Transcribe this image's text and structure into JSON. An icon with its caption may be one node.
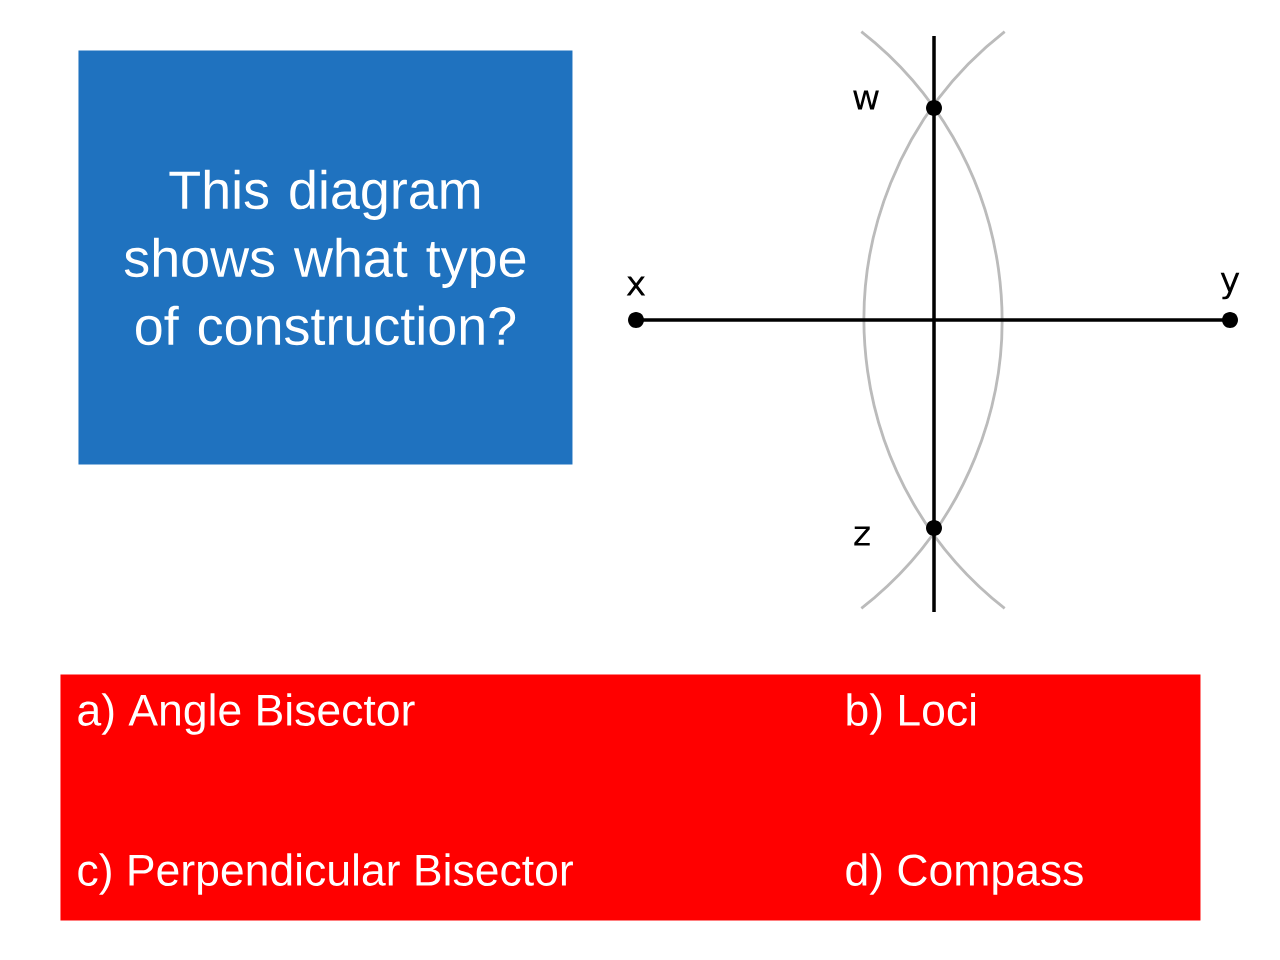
{
  "diagram": {
    "nodes": [
      {
        "text": [
          "This diagram shows what type of construction?"
        ]
      },
      {
        "text": [
          "a) Angle Bisector",
          "b) Loci",
          "c) Perpendicular Bisector",
          "d) Compass"
        ]
      }
    ],
    "labels": [
      "w",
      "x",
      "y",
      "z"
    ]
  }
}
